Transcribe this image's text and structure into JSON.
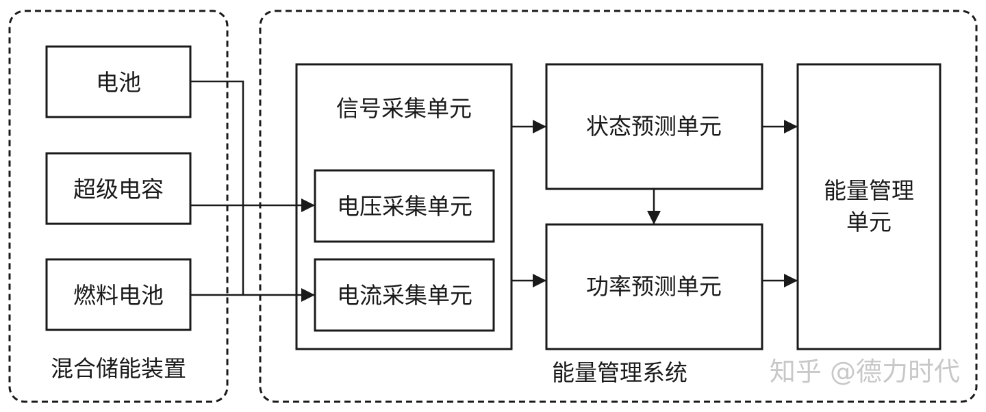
{
  "groups": {
    "hybrid_storage": {
      "label": "混合储能装置"
    },
    "ems": {
      "label": "能量管理系统"
    }
  },
  "sources": {
    "battery": "电池",
    "supercap": "超级电容",
    "fuel_cell": "燃料电池"
  },
  "units": {
    "signal_acquisition": "信号采集单元",
    "voltage_acquisition": "电压采集单元",
    "current_acquisition": "电流采集单元",
    "state_prediction": "状态预测单元",
    "power_prediction": "功率预测单元",
    "energy_management_line1": "能量管理",
    "energy_management_line2": "单元"
  },
  "watermark": "知乎 @德力时代",
  "colors": {
    "stroke": "#1a1a1a",
    "background": "#ffffff",
    "watermark": "#c8c8c8"
  }
}
